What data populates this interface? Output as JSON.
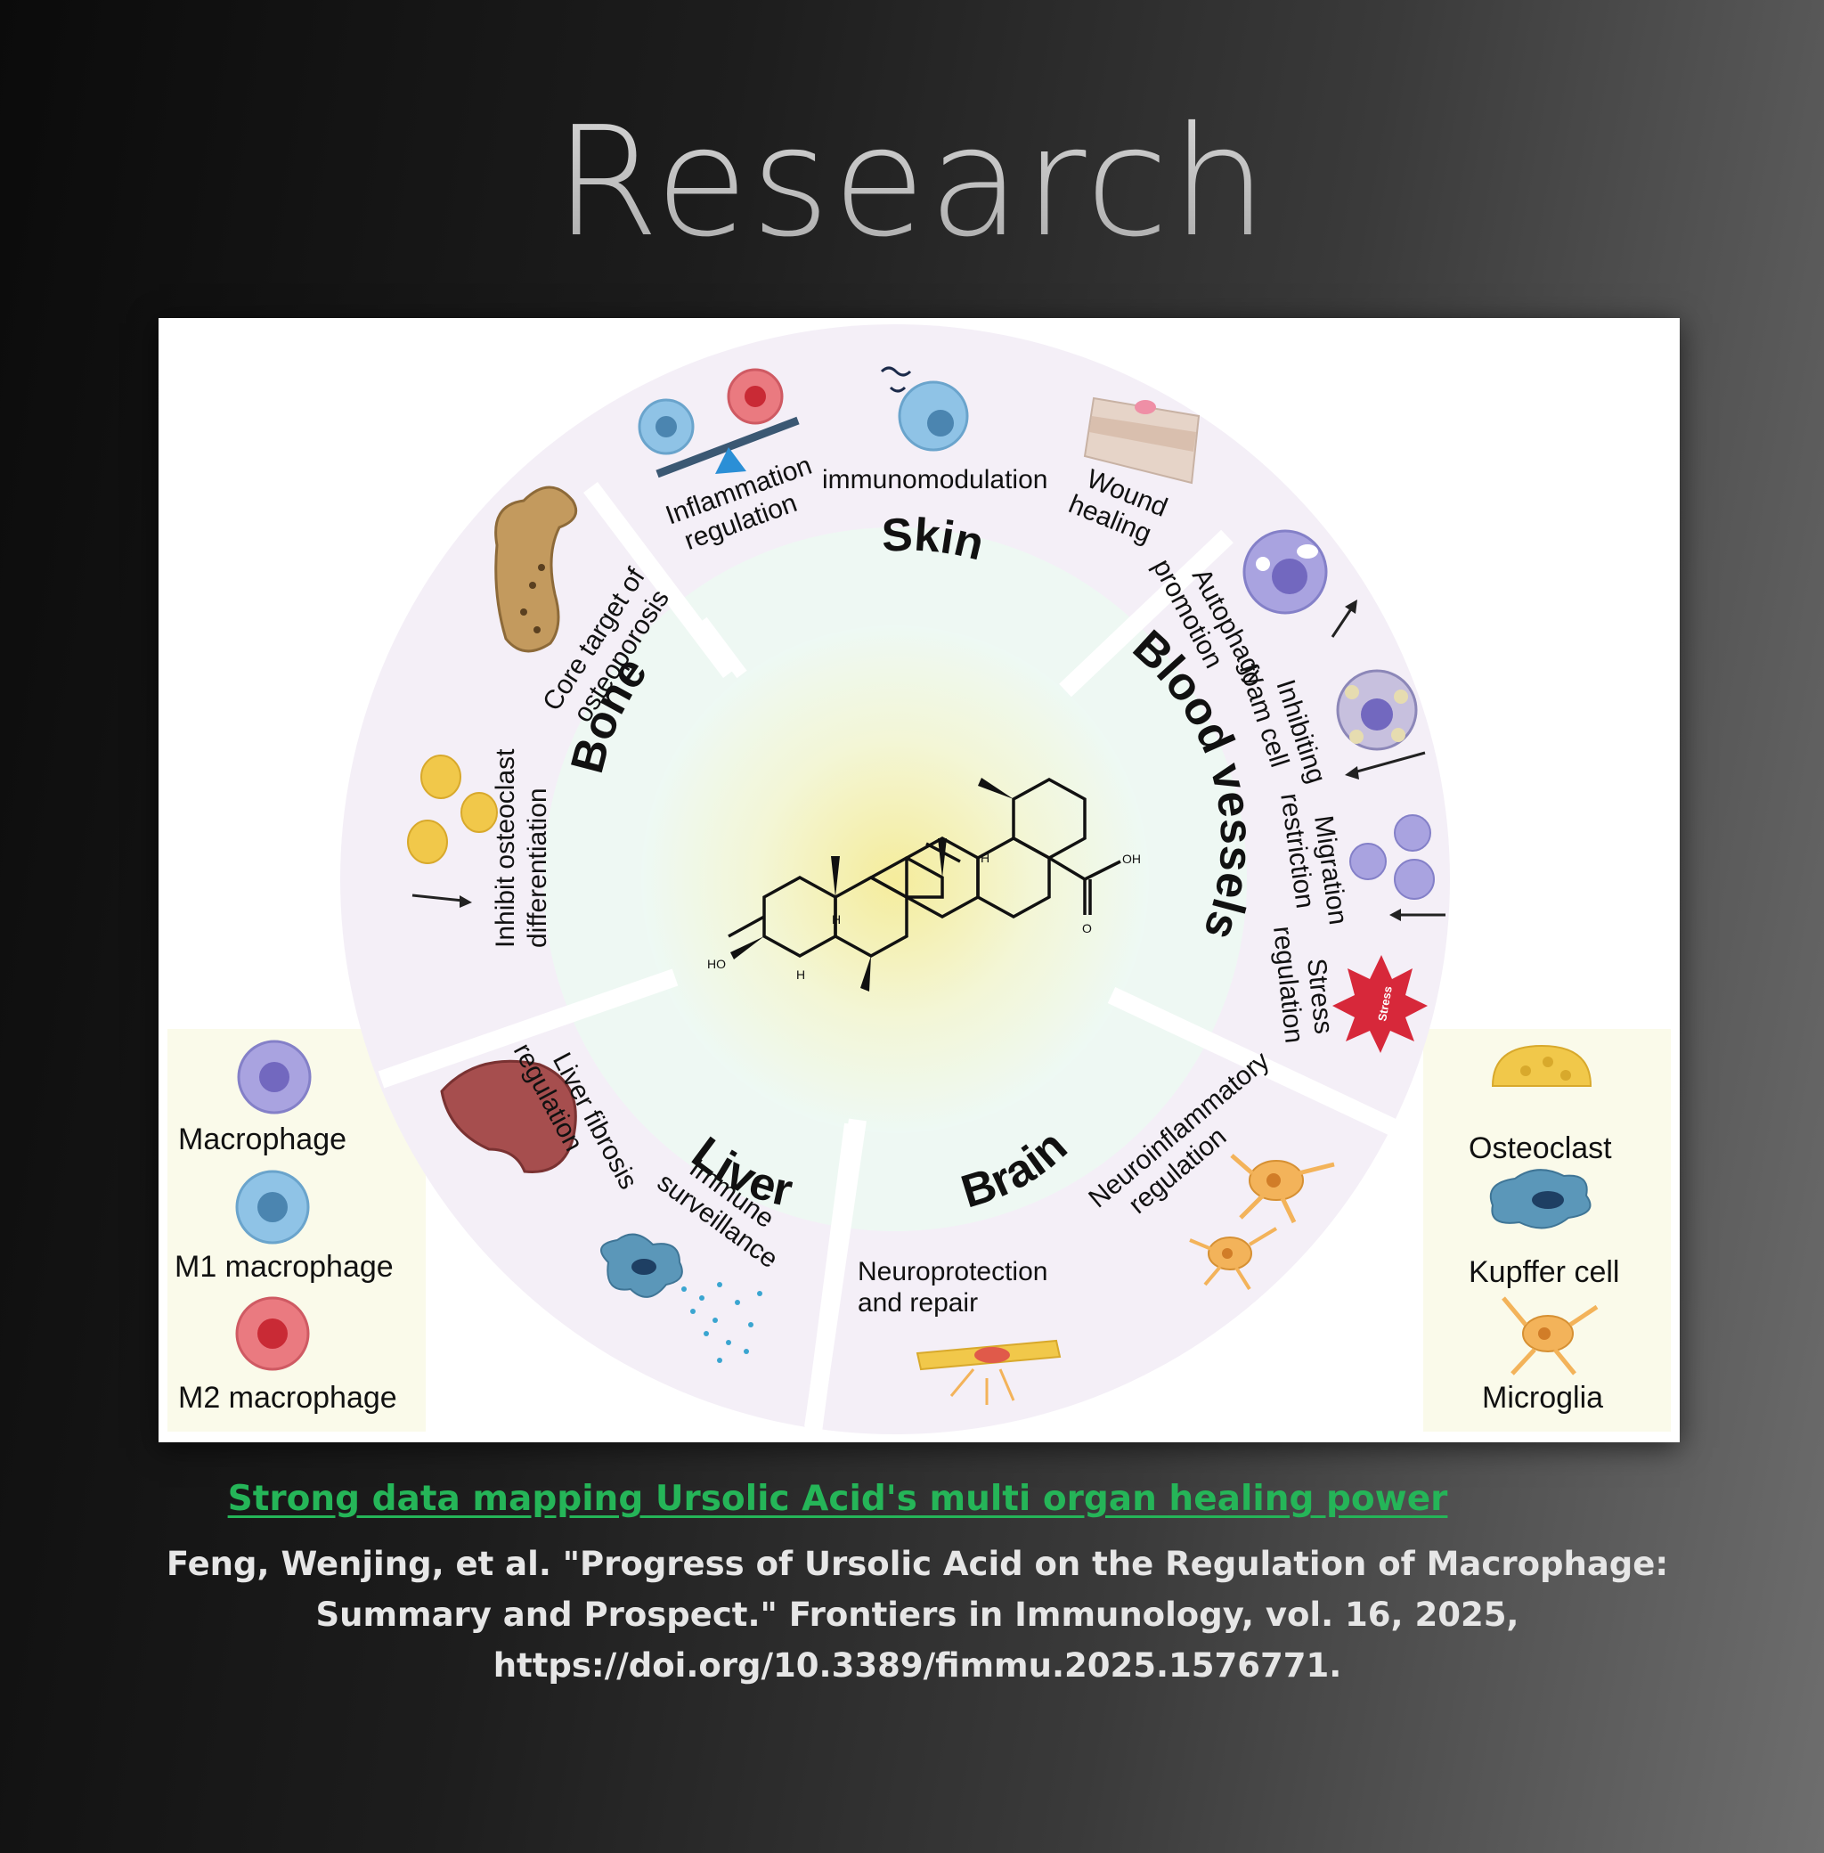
{
  "page": {
    "title": "Research",
    "caption_link": "Strong data mapping Ursolic Acid's multi organ healing power",
    "citation": "Feng, Wenjing, et al. \"Progress of Ursolic Acid on the Regulation of Macrophage: Summary and Prospect.\" Frontiers in Immunology, vol. 16, 2025, https://doi.org/10.3389/fimmu.2025.1576771."
  },
  "diagram": {
    "organs": {
      "skin": "Skin",
      "bone": "Bone",
      "blood_vessels": "Blood vessels",
      "liver": "Liver",
      "brain": "Brain"
    },
    "skin": {
      "inflammation_line1": "Inflammation",
      "inflammation_line2": "regulation",
      "immunomodulation": "immunomodulation",
      "wound_line1": "Wound",
      "wound_line2": "healing"
    },
    "bone": {
      "core_line1": "Core target of",
      "core_line2": "osteoporosis",
      "inhibit_line1": "Inhibit osteoclast",
      "inhibit_line2": "differentiation"
    },
    "blood_vessels": {
      "col1_line1": "Autophagy",
      "col1_line2": "promotion",
      "col2_line1": "Inhibiting",
      "col2_line2": "foam cell",
      "col3_line1": "Migration",
      "col3_line2": "restriction",
      "col4_line1": "Stress",
      "col4_line2": "regulation",
      "stress_badge": "Stress"
    },
    "liver": {
      "fibrosis_line1": "Liver fibrosis",
      "fibrosis_line2": "regulation",
      "immune_line1": "Immune",
      "immune_line2": "surveillance"
    },
    "brain": {
      "neuroinflam_line1": "Neuroinflammatory",
      "neuroinflam_line2": "regulation",
      "neuroprot_line1": "Neuroprotection",
      "neuroprot_line2": "and repair"
    },
    "molecule": {
      "oh_acid": "OH",
      "o_acid": "O",
      "ho": "HO",
      "h1": "H",
      "h2": "H",
      "h3": "H"
    },
    "legend_left": [
      "Macrophage",
      "M1 macrophage",
      "M2 macrophage"
    ],
    "legend_right": [
      "Osteoclast",
      "Kupffer cell",
      "Microglia"
    ],
    "colors": {
      "macrophage": "#a9a3e0",
      "m1": "#8fc3e6",
      "m2": "#ea7a80",
      "osteoclast": "#f1c84a",
      "kupffer": "#5b97b9",
      "microglia": "#f3b35a",
      "ring": "#f3eef7",
      "legend_bg": "#fafaea"
    }
  }
}
